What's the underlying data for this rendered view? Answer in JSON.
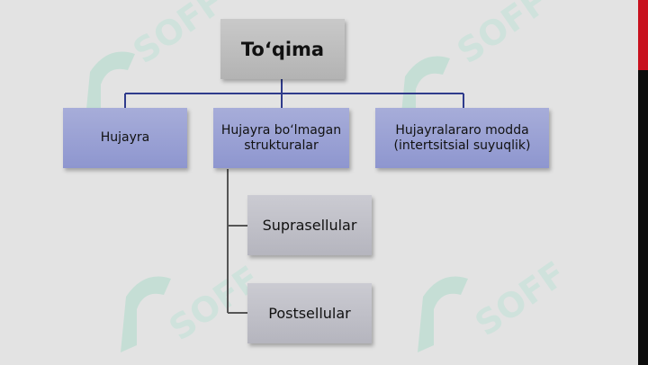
{
  "diagram": {
    "root": {
      "label": "To‘qima"
    },
    "children": [
      {
        "label": "Hujayra"
      },
      {
        "label": "Hujayra bo‘lmagan strukturalar"
      },
      {
        "label": "Hujayralararo modda (intertsitsial suyuqlik)"
      }
    ],
    "sub_children": [
      {
        "label": "Suprasellular"
      },
      {
        "label": "Postsellular"
      }
    ]
  },
  "colors": {
    "background": "#e3e3e3",
    "root_box": "#bdbdbd",
    "child_box": "#9aa1d4",
    "sub_box": "#c1c1c8",
    "connector": "#2f3b8c",
    "edge_bar": "#0c0c0c",
    "edge_accent": "#c8101e"
  }
}
